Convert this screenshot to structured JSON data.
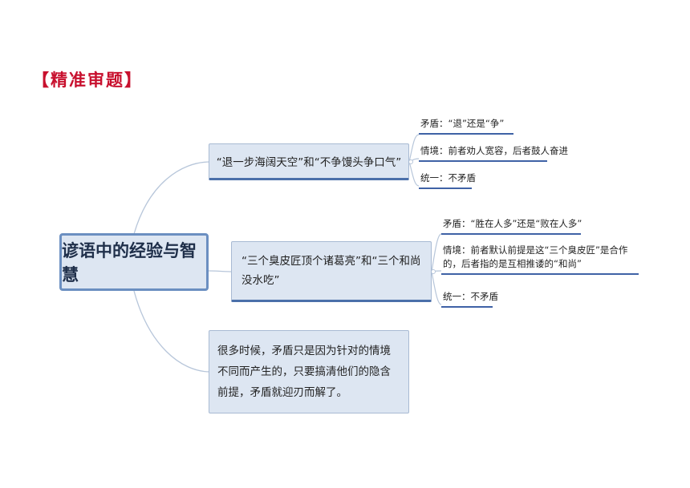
{
  "heading": "【精准审题】",
  "root": {
    "label": "谚语中的经验与智慧"
  },
  "branches": [
    {
      "label": "“退一步海阔天空”和“不争馒头争口气”",
      "children": [
        "矛盾：“退”还是“争”",
        "情境：前者劝人宽容，后者鼓人奋进",
        "统一：不矛盾"
      ]
    },
    {
      "label": "“三个臭皮匠顶个诸葛亮”和“三个和尚没水吃”",
      "children": [
        "矛盾：“胜在人多”还是“败在人多”",
        "情境：前者默认前提是这“三个臭皮匠”是合作的，后者指的是互相推诿的“和尚”",
        "统一：不矛盾"
      ]
    },
    {
      "label": "很多时候，矛盾只是因为针对的情境不同而产生的，只要搞清他们的隐含前提，矛盾就迎刃而解了。"
    }
  ],
  "colors": {
    "heading": "#c8102e",
    "box_fill": "#dde6f2",
    "box_border": "#a8bad3",
    "root_border": "#6b8fc1",
    "leaf_underline": "#3f62a6",
    "connector": "#b7c6da"
  }
}
